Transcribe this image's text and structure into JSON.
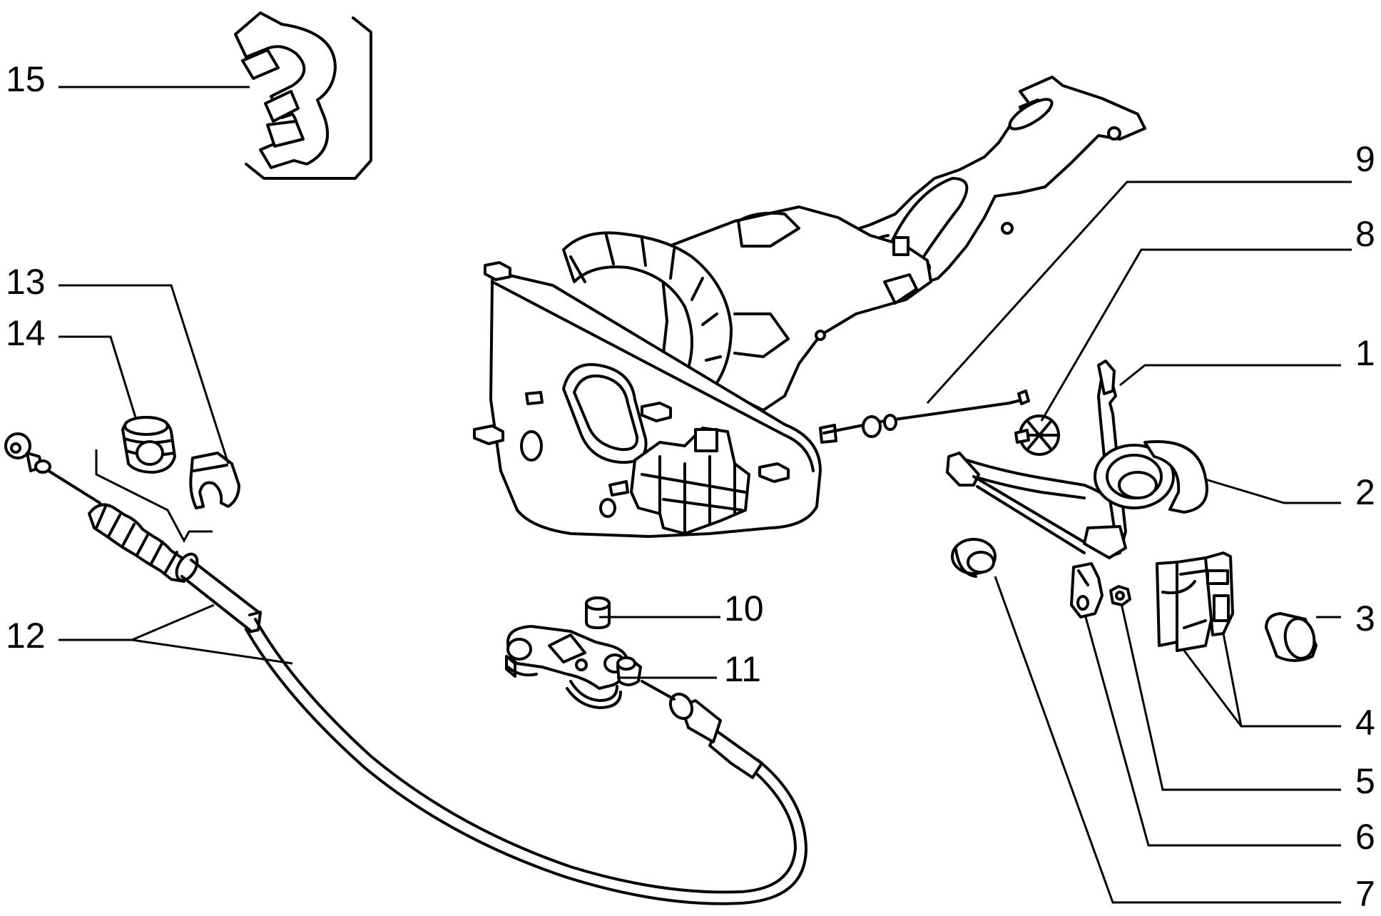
{
  "diagram": {
    "background": "#ffffff",
    "line_color": "#000000",
    "callouts": [
      {
        "id": "15",
        "label": "15"
      },
      {
        "id": "13",
        "label": "13"
      },
      {
        "id": "14",
        "label": "14"
      },
      {
        "id": "12",
        "label": "12"
      },
      {
        "id": "10",
        "label": "10"
      },
      {
        "id": "11",
        "label": "11"
      },
      {
        "id": "9",
        "label": "9"
      },
      {
        "id": "8",
        "label": "8"
      },
      {
        "id": "1",
        "label": "1"
      },
      {
        "id": "2",
        "label": "2"
      },
      {
        "id": "3",
        "label": "3"
      },
      {
        "id": "4",
        "label": "4"
      },
      {
        "id": "5",
        "label": "5"
      },
      {
        "id": "6",
        "label": "6"
      },
      {
        "id": "7",
        "label": "7"
      }
    ]
  }
}
